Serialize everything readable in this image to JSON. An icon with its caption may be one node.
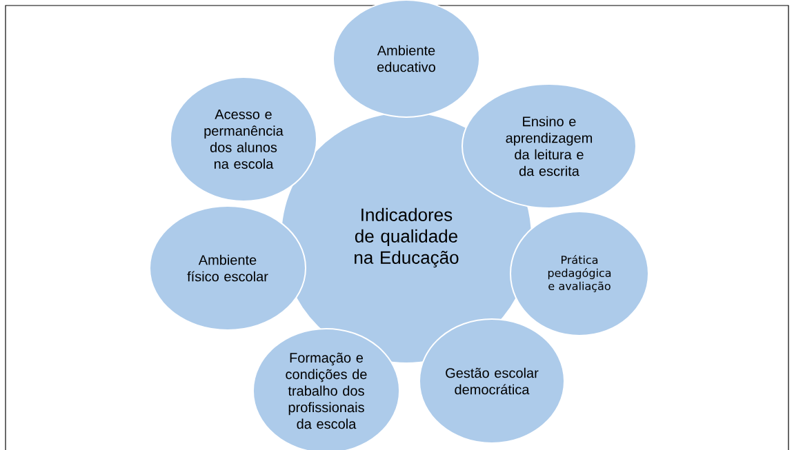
{
  "diagram": {
    "nodes": [
      {
        "text": [
          "Indicadores de qualidade na Educação"
        ]
      },
      {
        "text": [
          "Ambiente educativo"
        ]
      },
      {
        "text": [
          "Ensino e aprendizagem da leitura e da escrita"
        ]
      },
      {
        "text": [
          "Prática pedagógica e avaliação"
        ]
      },
      {
        "text": [
          "Gestão escolar democrática"
        ]
      },
      {
        "text": [
          "Formação e condições de trabalho dos profissionais da escola"
        ]
      },
      {
        "text": [
          "Ambiente físico escolar"
        ]
      },
      {
        "text": [
          "Acesso e permanência dos alunos na escola"
        ]
      }
    ]
  }
}
